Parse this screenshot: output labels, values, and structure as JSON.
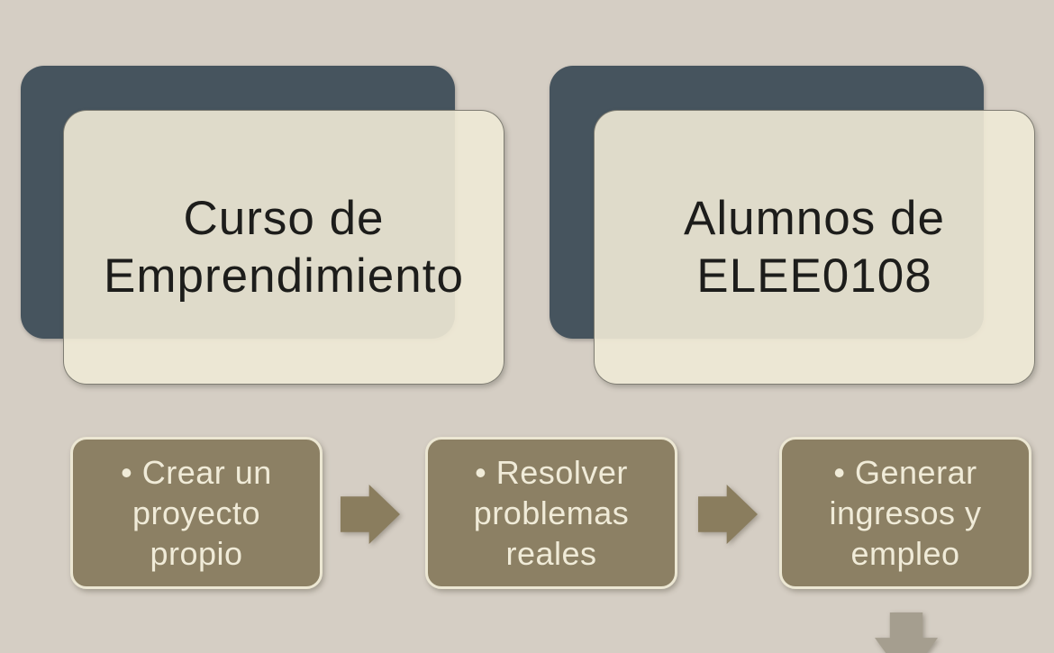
{
  "slide": {
    "background": "#d5cec4"
  },
  "title_cards": [
    {
      "lines": [
        "Curso de",
        "Emprendimiento"
      ]
    },
    {
      "lines": [
        "Alumnos de",
        "ELEE0108"
      ]
    }
  ],
  "process_steps": [
    {
      "lines": [
        "• Crear un",
        "proyecto",
        "propio"
      ]
    },
    {
      "lines": [
        "• Resolver",
        "problemas",
        "reales"
      ]
    },
    {
      "lines": [
        "• Generar",
        "ingresos y",
        "empleo"
      ]
    }
  ],
  "colors": {
    "background": "#d5cec4",
    "card_back": "#46545e",
    "card_front": "rgba(238,233,213,0.91)",
    "title_text": "#1d1d1b",
    "step_fill": "#8c8064",
    "step_border": "#ece7d3",
    "step_text": "#f0ebd8",
    "flow_arrow": "#8a7d5e",
    "down_arrow": "#a59e8f"
  }
}
